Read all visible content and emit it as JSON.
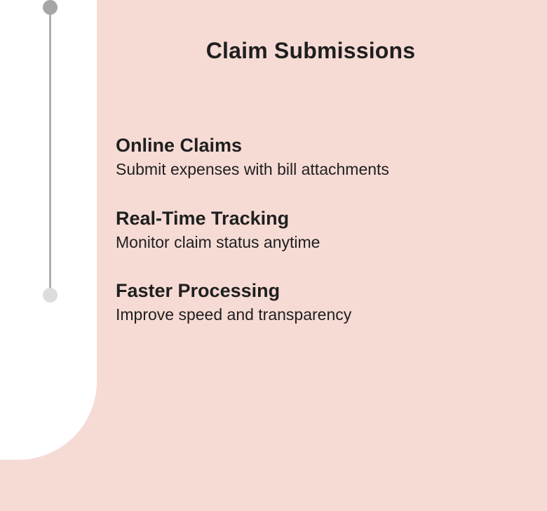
{
  "slide": {
    "title": "Claim Submissions",
    "items": [
      {
        "heading": "Online Claims",
        "description": "Submit expenses with bill attachments"
      },
      {
        "heading": "Real-Time Tracking",
        "description": "Monitor claim status anytime"
      },
      {
        "heading": "Faster Processing",
        "description": "Improve speed and transparency"
      }
    ]
  },
  "timeline": {
    "line_color": "#aeaeae",
    "dots": [
      {
        "color": "#dcdcdc"
      },
      {
        "color": "#dcdcdc"
      },
      {
        "color": "#a6a6a6"
      }
    ]
  },
  "colors": {
    "background": "#f6dbd5",
    "panel": "#ffffff",
    "text": "#1f1f1f"
  }
}
